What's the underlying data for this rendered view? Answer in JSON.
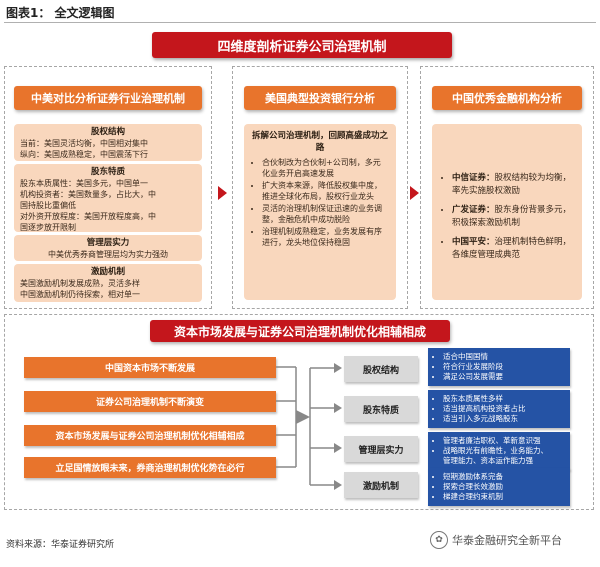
{
  "figure_title": "图表1：  全文逻辑图",
  "main_title": "四维度剖析证券公司治理机制",
  "columns": [
    {
      "title": "中美对比分析证券行业治理机制"
    },
    {
      "title": "美国典型投资银行分析"
    },
    {
      "title": "中国优秀金融机构分析"
    }
  ],
  "left_blocks": [
    {
      "header": "股权结构",
      "lines": [
        "当前：美国灵活均衡，中国相对集中",
        "纵向：美国成熟稳定，中国震荡下行"
      ]
    },
    {
      "header": "股东特质",
      "lines": [
        "股东本质属性：美国多元，中国单一",
        "机构投资者：美国数量多，占比大，中",
        "国持股比重偏低",
        "对外资开放程度：美国开放程度高，中",
        "国逐步放开限制"
      ]
    },
    {
      "header": "管理层实力",
      "lines": [
        "中美优秀券商管理层均为实力强劲"
      ]
    },
    {
      "header": "激励机制",
      "lines": [
        "美国激励机制发展成熟，灵活多样",
        "中国激励机制仍待探索，相对单一"
      ]
    }
  ],
  "mid_box": {
    "header": "拆解公司治理机制，回顾高盛成功之路",
    "items": [
      "合伙制改为合伙制+公司制，多元化业务开启高速发展",
      "扩大资本来源，降低股权集中度，推进全球化布局，股权行业龙头",
      "灵活的治理机制保证迅速的业务调整，金融危机中成功脱险",
      "治理机制成熟稳定，业务发展有序进行，龙头地位保持稳固"
    ]
  },
  "right_box": {
    "items": [
      {
        "name": "中信证券：",
        "text": "股权结构较为均衡，率先实施股权激励"
      },
      {
        "name": "广发证券：",
        "text": "股东身份背景多元，积极探索激励机制"
      },
      {
        "name": "中国平安：",
        "text": "治理机制特色鲜明，各维度管理成典范"
      }
    ]
  },
  "section_title": "资本市场发展与证券公司治理机制优化相辅相成",
  "pills": [
    "中国资本市场不断发展",
    "证券公司治理机制不断演变",
    "资本市场发展与证券公司治理机制优化相辅相成",
    "立足国情放眼未来，券商治理机制优化势在必行"
  ],
  "dimensions": [
    {
      "label": "股权结构",
      "points": [
        "适合中国国情",
        "符合行业发展阶段",
        "满足公司发展需要"
      ]
    },
    {
      "label": "股东特质",
      "points": [
        "股东本质属性多样",
        "适当提高机构投资者占比",
        "适当引入多元战略股东"
      ]
    },
    {
      "label": "管理层实力",
      "points": [
        "管理者廉洁职权、革新意识强",
        "战略眼光有前瞻性，业务能力、",
        "管理能力、资本运作能力强"
      ]
    },
    {
      "label": "激励机制",
      "points": [
        "短期激励体系完备",
        "探索合理长效激励",
        "梯建合理约束机制"
      ]
    }
  ],
  "source": "资料来源：华泰证券研究所",
  "watermark": "华泰金融研究全新平台"
}
